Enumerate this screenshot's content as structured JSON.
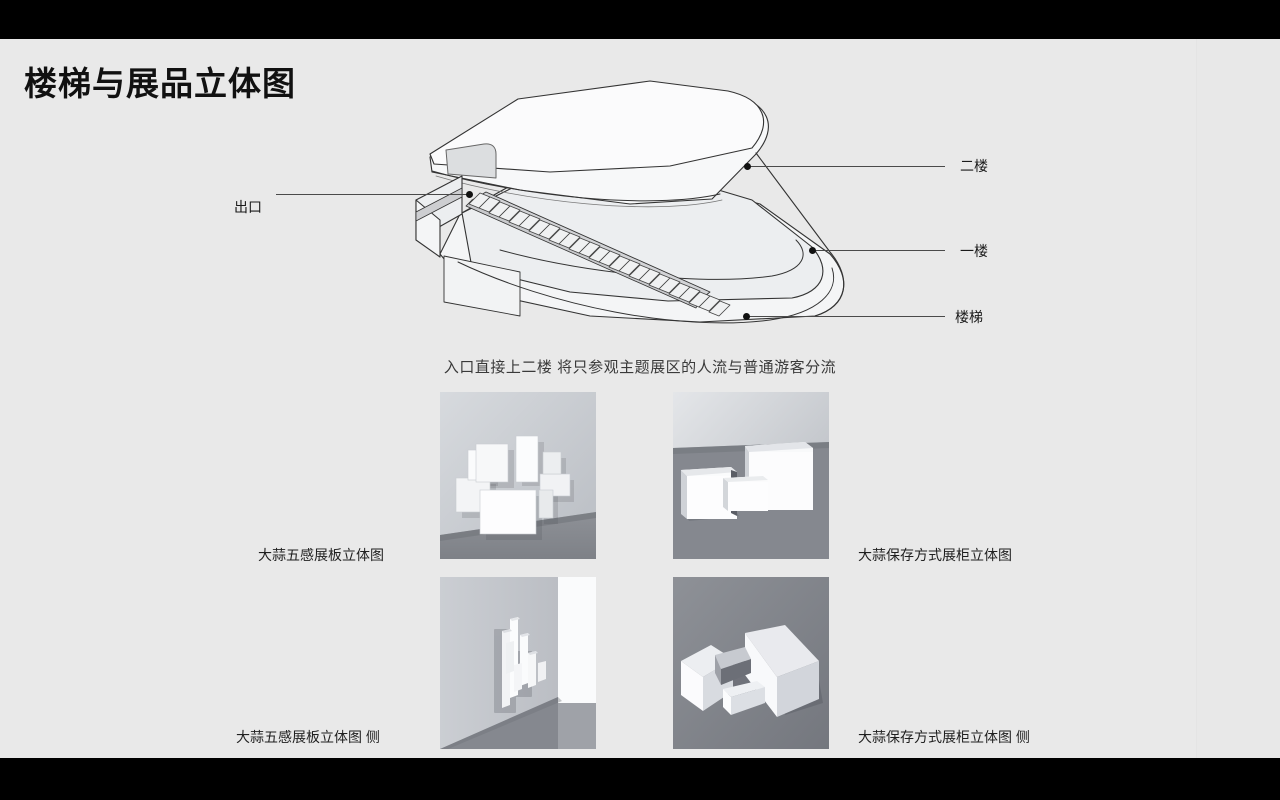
{
  "slide": {
    "title": "楼梯与展品立体图",
    "background_color": "#e9e9e9",
    "letterbox_color": "#000000"
  },
  "diagram": {
    "name": "楼梯与展品立体图",
    "caption": "入口直接上二楼 将只参观主题展区的人流与普通游客分流",
    "callouts": [
      {
        "id": "exit",
        "label": "出口",
        "side": "left"
      },
      {
        "id": "floor2",
        "label": "二楼",
        "side": "right"
      },
      {
        "id": "floor1",
        "label": "一楼",
        "side": "right"
      },
      {
        "id": "stairs",
        "label": "楼梯",
        "side": "right"
      }
    ],
    "line_color": "#333333",
    "fill_light": "#f5f6f7",
    "fill_mid": "#e3e4e6",
    "fill_dark": "#cdced1"
  },
  "thumbnails": [
    {
      "id": "garlic-five-senses-board",
      "caption": "大蒜五感展板立体图"
    },
    {
      "id": "garlic-storage-display-case",
      "caption": "大蒜保存方式展柜立体图"
    },
    {
      "id": "garlic-five-senses-board-side",
      "caption": "大蒜五感展板立体图 侧"
    },
    {
      "id": "garlic-storage-display-case-side",
      "caption": "大蒜保存方式展柜立体图 侧"
    }
  ]
}
